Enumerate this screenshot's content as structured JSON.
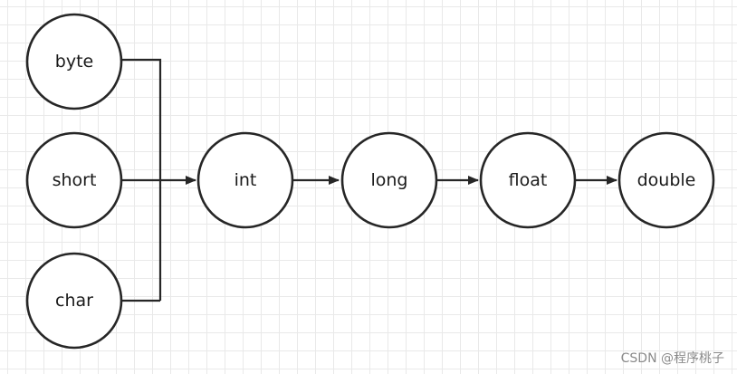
{
  "diagram": {
    "type": "flowchart",
    "nodes": [
      {
        "id": "byte",
        "label": "byte"
      },
      {
        "id": "short",
        "label": "short"
      },
      {
        "id": "char",
        "label": "char"
      },
      {
        "id": "int",
        "label": "int"
      },
      {
        "id": "long",
        "label": "long"
      },
      {
        "id": "float",
        "label": "float"
      },
      {
        "id": "double",
        "label": "double"
      }
    ],
    "edges": [
      {
        "from": "byte",
        "to": "int"
      },
      {
        "from": "short",
        "to": "int"
      },
      {
        "from": "char",
        "to": "int"
      },
      {
        "from": "int",
        "to": "long"
      },
      {
        "from": "long",
        "to": "float"
      },
      {
        "from": "float",
        "to": "double"
      }
    ],
    "colors": {
      "stroke": "#262626",
      "node_fill": "#ffffff",
      "grid": "#e9e9e9",
      "background": "#ffffff"
    }
  },
  "watermark": "CSDN @程序桃子"
}
